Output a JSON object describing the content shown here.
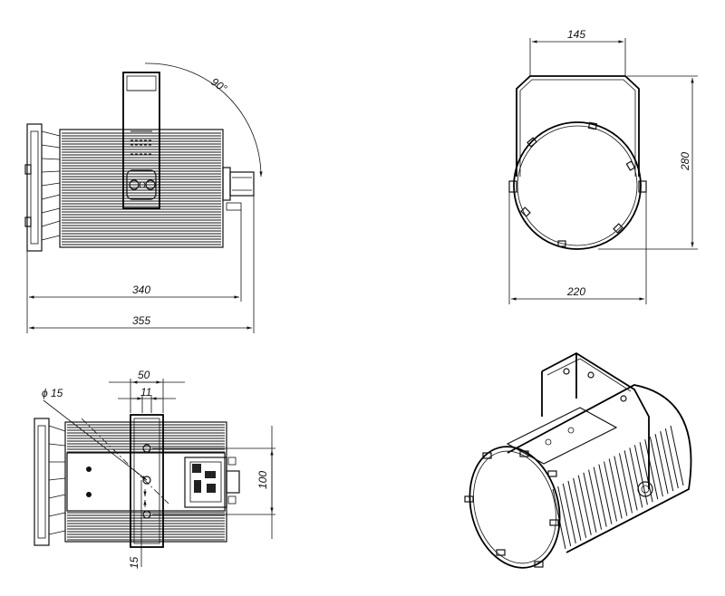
{
  "drawing": {
    "side_view": {
      "angle_label": "90°",
      "width_body_label": "340",
      "width_total_label": "355"
    },
    "front_view": {
      "bracket_width_label": "145",
      "height_label": "280",
      "diameter_label": "220"
    },
    "top_view": {
      "bracket_width_label": "50",
      "slot_width_label": "11",
      "hole_diameter_label": "ϕ 15",
      "hole_spacing_label": "100",
      "edge_offset_label": "15"
    }
  }
}
